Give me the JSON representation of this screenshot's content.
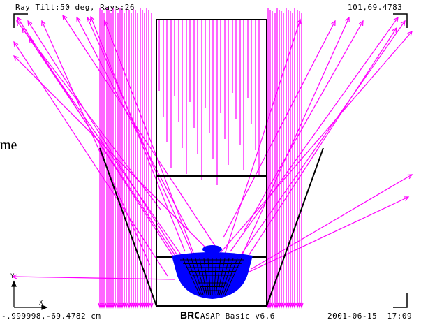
{
  "header": {
    "top_left": "Ray Tilt:50 deg, Rays:26",
    "top_right": "101,69.4783"
  },
  "footer": {
    "bottom_left": "-.999998,-69.4782 cm",
    "program": "ASAP Basic v6.6",
    "timestamp": "2001-06-15  17:09"
  },
  "axes": {
    "x_label": "X",
    "y_label": "Y"
  },
  "side_text": "me",
  "logo_text": "BRO",
  "colors": {
    "rays": "#ff00ff",
    "outline": "#000000",
    "source_fill": "#0000ff",
    "background": "#ffffff"
  },
  "icons": [
    "bro-logo",
    "axis-indicator"
  ]
}
